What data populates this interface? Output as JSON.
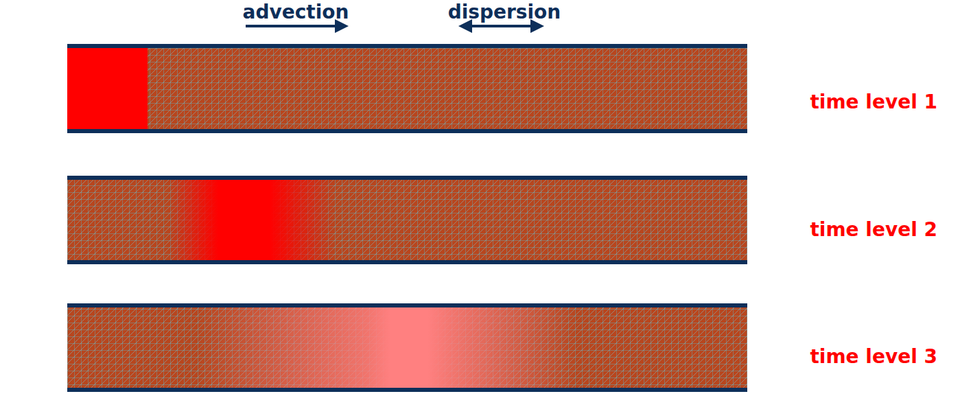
{
  "diagram": {
    "labels": [
      "advection",
      "dispersion",
      "time level 1",
      "time level 2",
      "time level 3"
    ]
  }
}
